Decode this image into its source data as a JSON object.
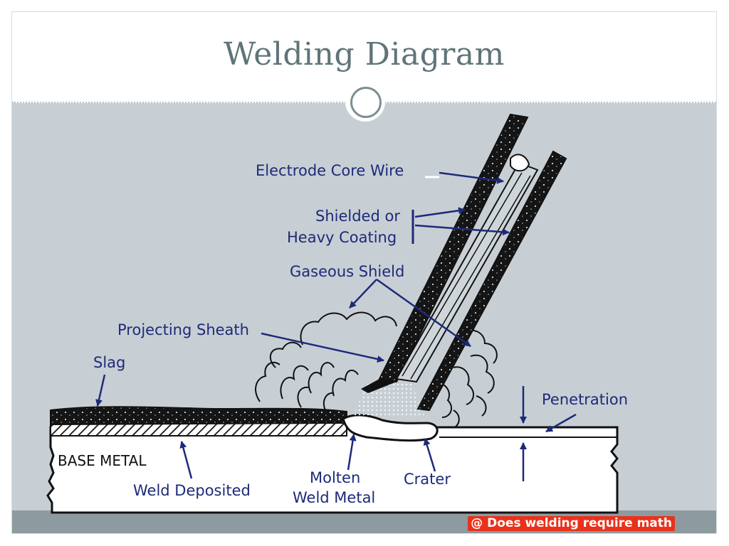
{
  "title": "Welding Diagram",
  "labels": {
    "electrode_core_wire": "Electrode Core Wire",
    "shielded_line1": "Shielded or",
    "shielded_line2": "Heavy Coating",
    "gaseous_shield": "Gaseous Shield",
    "projecting_sheath": "Projecting Sheath",
    "slag": "Slag",
    "penetration": "Penetration",
    "base_metal": "BASE METAL",
    "weld_deposited": "Weld Deposited",
    "molten_line1": "Molten",
    "molten_line2": "Weld Metal",
    "crater": "Crater"
  },
  "watermark": "@ Does welding require math",
  "colors": {
    "label": "#1d2a79",
    "background": "#c8cfd4",
    "title": "#5f7478",
    "watermark_bg": "#e8321c"
  }
}
